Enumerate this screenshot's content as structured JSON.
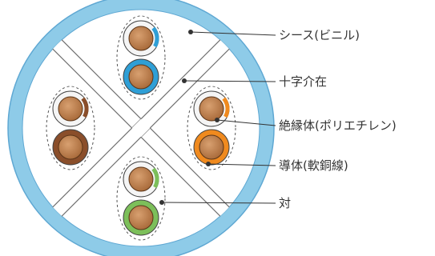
{
  "colors": {
    "sheath": "#8ecbe8",
    "sheath_stroke": "#5fa8d3",
    "interior": "#ffffff",
    "divider_fill": "#ffffff",
    "divider_stroke": "#6f6f6f",
    "copper": "#a86a3a",
    "copper_highlight": "#d8a070",
    "pair_outline": "#555555",
    "leader": "#333333",
    "insulation_blue": "#2f9fd6",
    "insulation_brown": "#8a4e2a",
    "insulation_orange": "#f08a1e",
    "insulation_green": "#7cbf5a",
    "insulation_white": "#f5f5f5"
  },
  "pairs": [
    {
      "position": "top",
      "stripe": "blue",
      "solid": "blue"
    },
    {
      "position": "left",
      "stripe": "brown",
      "solid": "brown"
    },
    {
      "position": "right",
      "stripe": "orange",
      "solid": "orange"
    },
    {
      "position": "bottom",
      "stripe": "green",
      "solid": "green"
    }
  ],
  "labels": {
    "sheath": "シース(ビニル)",
    "cross_filler": "十字介在",
    "insulation": "絶縁体(ポリエチレン)",
    "conductor": "導体(軟銅線)",
    "pair": "対"
  }
}
